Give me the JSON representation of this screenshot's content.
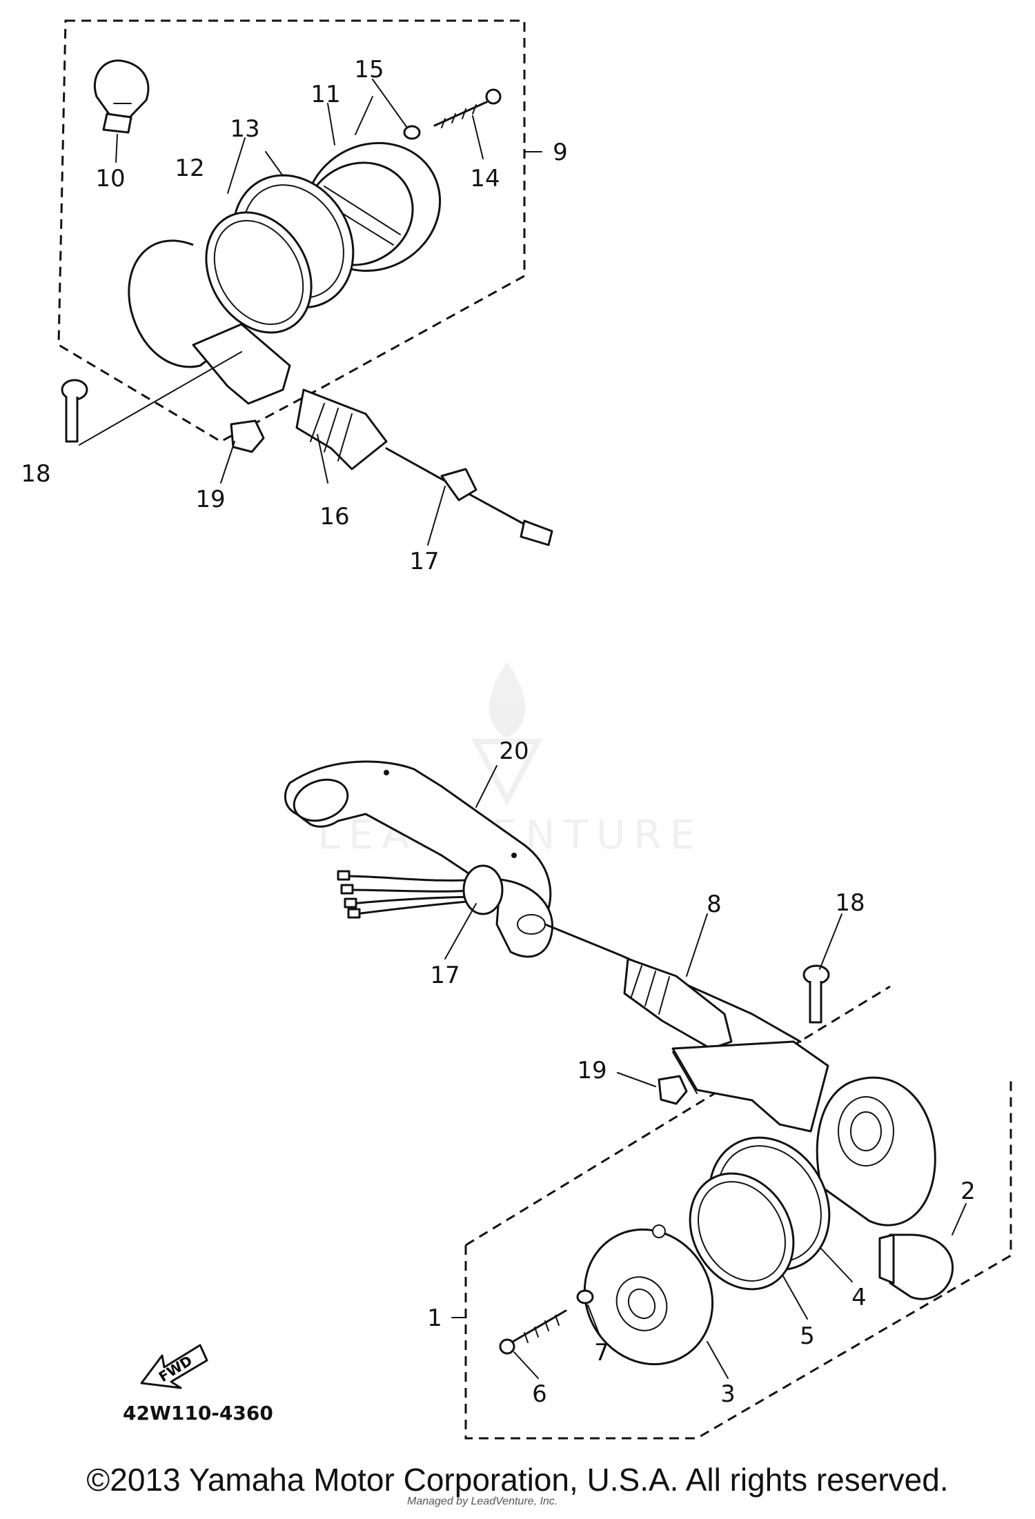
{
  "diagram": {
    "part_code": "42W110-4360",
    "fwd_label": "FWD",
    "watermark": "LEADVENTURE",
    "callouts": {
      "c1": "1",
      "c2": "2",
      "c3": "3",
      "c4": "4",
      "c5": "5",
      "c6": "6",
      "c7": "7",
      "c8": "8",
      "c9": "9",
      "c10": "10",
      "c11": "11",
      "c12": "12",
      "c13": "13",
      "c14": "14",
      "c15": "15",
      "c16": "16",
      "c17a": "17",
      "c17b": "17",
      "c18a": "18",
      "c18b": "18",
      "c19a": "19",
      "c19b": "19",
      "c20": "20"
    }
  },
  "footer": {
    "copyright": "©2013 Yamaha Motor Corporation, U.S.A. All rights reserved.",
    "credit": "Managed by LeadVenture, Inc."
  }
}
